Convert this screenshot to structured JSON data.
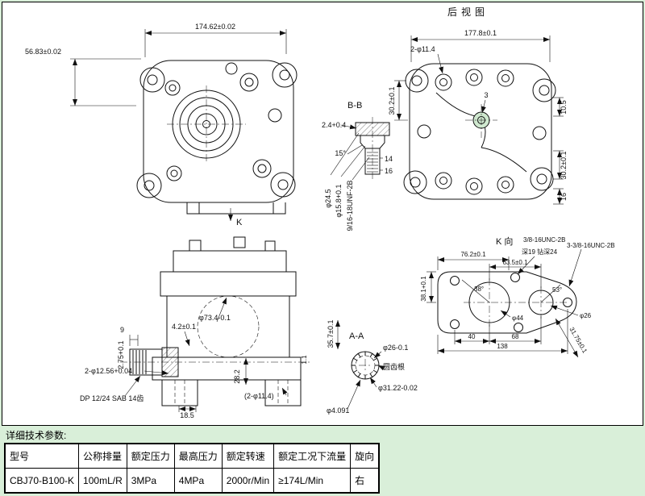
{
  "colors": {
    "page_bg": "#d9efd9",
    "paper_bg": "#ffffff",
    "highlight": "#cfe8cf"
  },
  "views": {
    "front": {
      "dim_width": "174.62±0.02",
      "dim_height": "56.83±0.02",
      "k_label": "K"
    },
    "rear": {
      "title": "后视图",
      "dim_width": "177.8±0.1",
      "dim_holes": "2-φ11.4",
      "dim_left": "30.2±0.1",
      "dim_right_top": "10.5",
      "dim_right_mid": "30.2±0.1",
      "dim_right_bottom": "16",
      "balloon": "3"
    },
    "section_bb": {
      "title": "B-B",
      "dim_depth": "2.4+0.4",
      "dim_angle": "15°",
      "dim_14": "14",
      "dim_16": "16",
      "dim_d1": "φ24.5",
      "dim_d2": "φ15.8+0.1",
      "thread": "9/16-18UNF-2B"
    },
    "side": {
      "dim_9": "9",
      "dim_275": "2.75+0.1",
      "dim_42": "4.2±0.1",
      "dim_d734": "φ73.4-0.1",
      "dim_holes2": "2-φ12.56+0.04",
      "spline_spec": "DP 12/24 SAB 14齿",
      "dim_185": "18.5",
      "dim_282": "28.2",
      "dim_holes114": "(2-φ11.4)",
      "dim_11": "1.1",
      "dim_357": "35.7±0.1"
    },
    "section_aa": {
      "title": "A-A",
      "dim_d26": "φ26-0.1",
      "root_note": "圆齿根",
      "dim_d3122": "φ31.22-0.02",
      "dim_d4091": "φ4.091"
    },
    "view_k": {
      "title": "K 向",
      "thread1": "3/8-16UNC-2B",
      "thread1_note": "深19 钻深24",
      "thread2": "3-3/8-16UNC-2B",
      "dim_762": "76.2±0.1",
      "dim_635": "63.5±0.1",
      "dim_381": "38.1+0.1",
      "angle38": "38°",
      "angle53": "53°",
      "dim_d44": "φ44",
      "dim_d26": "φ26",
      "dim_40": "40",
      "dim_68": "68",
      "dim_138": "138",
      "dim_3175": "31.75±0.1"
    }
  },
  "params": {
    "caption": "详细技术参数:",
    "headers": [
      "型号",
      "公称排量",
      "额定压力",
      "最高压力",
      "额定转速",
      "额定工况下流量",
      "旋向"
    ],
    "values": [
      "CBJ70-B100-K",
      "100mL/R",
      "3MPa",
      "4MPa",
      "2000r/Min",
      "≥174L/Min",
      "右"
    ]
  }
}
